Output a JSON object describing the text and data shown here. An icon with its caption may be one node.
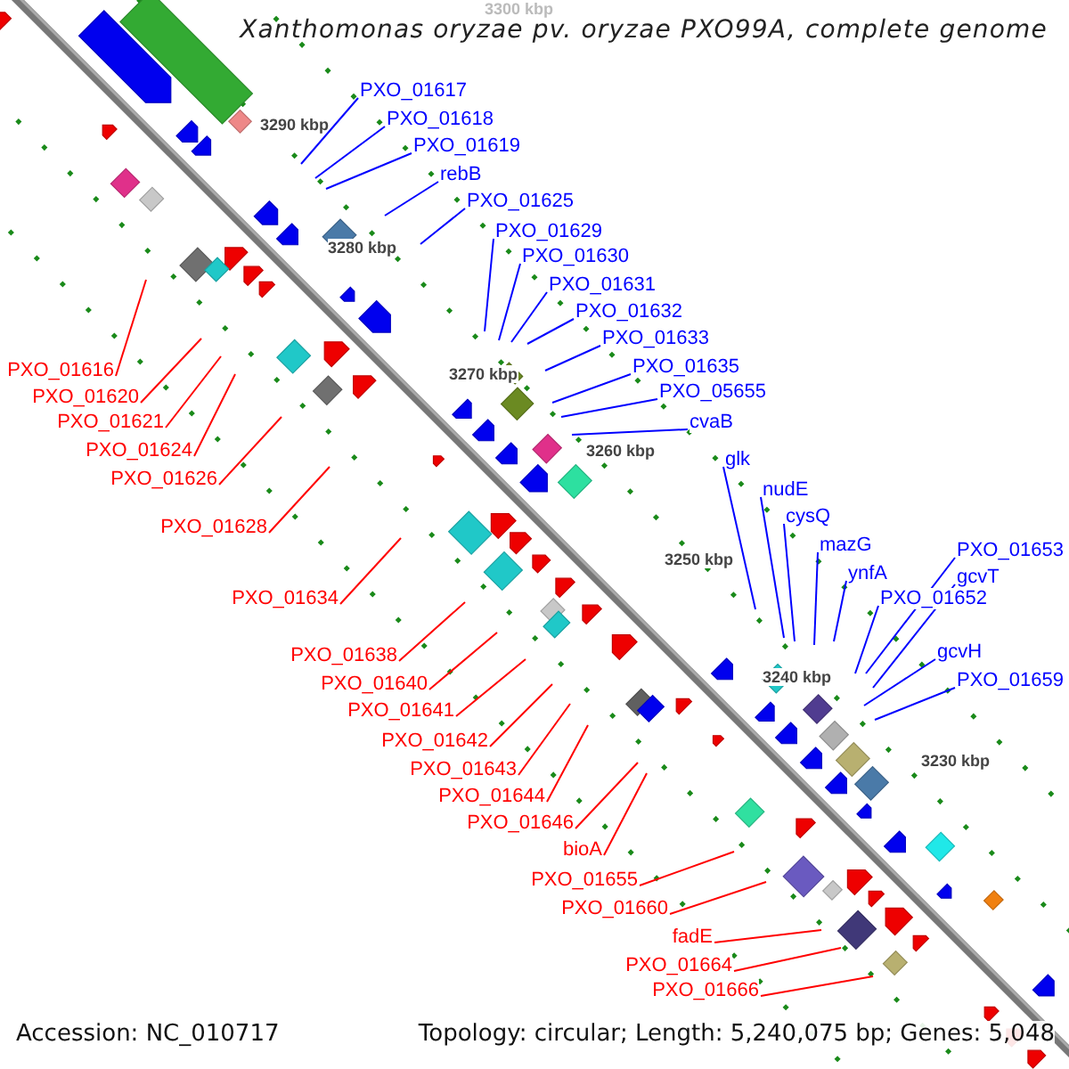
{
  "diagram": {
    "title": "Xanthomonas oryzae pv. oryzae PXO99A, complete genome",
    "nodes": [
      {
        "text": [
          "PXO_01617"
        ]
      },
      {
        "text": [
          "PXO_01618"
        ]
      },
      {
        "text": [
          "PXO_01619"
        ]
      },
      {
        "text": [
          "rebB"
        ]
      },
      {
        "text": [
          "PXO_01625"
        ]
      },
      {
        "text": [
          "PXO_01629"
        ]
      },
      {
        "text": [
          "PXO_01630"
        ]
      },
      {
        "text": [
          "PXO_01631"
        ]
      },
      {
        "text": [
          "PXO_01632"
        ]
      },
      {
        "text": [
          "PXO_01633"
        ]
      },
      {
        "text": [
          "PXO_01635"
        ]
      },
      {
        "text": [
          "PXO_05655"
        ]
      },
      {
        "text": [
          "cvaB"
        ]
      },
      {
        "text": [
          "glk"
        ]
      },
      {
        "text": [
          "nudE"
        ]
      },
      {
        "text": [
          "cysQ"
        ]
      },
      {
        "text": [
          "mazG"
        ]
      },
      {
        "text": [
          "PXO_01653"
        ]
      },
      {
        "text": [
          "ynfA"
        ]
      },
      {
        "text": [
          "gcvT"
        ]
      },
      {
        "text": [
          "PXO_01652"
        ]
      },
      {
        "text": [
          "gcvH"
        ]
      },
      {
        "text": [
          "PXO_01659"
        ]
      },
      {
        "text": [
          "PXO_01616"
        ]
      },
      {
        "text": [
          "PXO_01620"
        ]
      },
      {
        "text": [
          "PXO_01621"
        ]
      },
      {
        "text": [
          "PXO_01624"
        ]
      },
      {
        "text": [
          "PXO_01626"
        ]
      },
      {
        "text": [
          "PXO_01628"
        ]
      },
      {
        "text": [
          "PXO_01634"
        ]
      },
      {
        "text": [
          "PXO_01638"
        ]
      },
      {
        "text": [
          "PXO_01640"
        ]
      },
      {
        "text": [
          "PXO_01641"
        ]
      },
      {
        "text": [
          "PXO_01642"
        ]
      },
      {
        "text": [
          "PXO_01643"
        ]
      },
      {
        "text": [
          "PXO_01644"
        ]
      },
      {
        "text": [
          "PXO_01646"
        ]
      },
      {
        "text": [
          "bioA"
        ]
      },
      {
        "text": [
          "PXO_01655"
        ]
      },
      {
        "text": [
          "PXO_01660"
        ]
      },
      {
        "text": [
          "fadE"
        ]
      },
      {
        "text": [
          "PXO_01664"
        ]
      },
      {
        "text": [
          "PXO_01666"
        ]
      }
    ],
    "edges": [
      {
        "from": 0,
        "to": null,
        "arrow": "none"
      },
      {
        "from": 1,
        "to": null,
        "arrow": "none"
      },
      {
        "from": 2,
        "to": null,
        "arrow": "none"
      },
      {
        "from": 3,
        "to": null,
        "arrow": "none"
      },
      {
        "from": 4,
        "to": null,
        "arrow": "none"
      },
      {
        "from": 5,
        "to": null,
        "arrow": "none"
      },
      {
        "from": 6,
        "to": null,
        "arrow": "none"
      },
      {
        "from": 7,
        "to": null,
        "arrow": "none"
      },
      {
        "from": 8,
        "to": null,
        "arrow": "none"
      },
      {
        "from": 9,
        "to": null,
        "arrow": "none"
      },
      {
        "from": 10,
        "to": null,
        "arrow": "none"
      },
      {
        "from": 11,
        "to": null,
        "arrow": "none"
      },
      {
        "from": 12,
        "to": null,
        "arrow": "none"
      },
      {
        "from": 13,
        "to": null,
        "arrow": "none"
      },
      {
        "from": 14,
        "to": null,
        "arrow": "none"
      },
      {
        "from": 15,
        "to": null,
        "arrow": "none"
      },
      {
        "from": 16,
        "to": null,
        "arrow": "none"
      },
      {
        "from": 17,
        "to": null,
        "arrow": "none"
      },
      {
        "from": 18,
        "to": null,
        "arrow": "none"
      },
      {
        "from": 19,
        "to": null,
        "arrow": "none"
      },
      {
        "from": 20,
        "to": null,
        "arrow": "none"
      },
      {
        "from": 21,
        "to": null,
        "arrow": "none"
      },
      {
        "from": 22,
        "to": null,
        "arrow": "none"
      },
      {
        "from": 23,
        "to": null,
        "arrow": "none",
        "color": "#ff0000"
      },
      {
        "from": 24,
        "to": null,
        "arrow": "none",
        "color": "#ff0000"
      },
      {
        "from": 25,
        "to": null,
        "arrow": "none",
        "color": "#ff0000"
      },
      {
        "from": 26,
        "to": null,
        "arrow": "none",
        "color": "#ff0000"
      },
      {
        "from": 27,
        "to": null,
        "arrow": "none",
        "color": "#ff0000"
      },
      {
        "from": 28,
        "to": null,
        "arrow": "none",
        "color": "#ff0000"
      },
      {
        "from": 29,
        "to": null,
        "arrow": "none",
        "color": "#ff0000"
      },
      {
        "from": 30,
        "to": null,
        "arrow": "none",
        "color": "#ff0000"
      },
      {
        "from": 31,
        "to": null,
        "arrow": "none",
        "color": "#ff0000"
      },
      {
        "from": 32,
        "to": null,
        "arrow": "none",
        "color": "#ff0000"
      },
      {
        "from": 33,
        "to": null,
        "arrow": "none",
        "color": "#ff0000"
      },
      {
        "from": 34,
        "to": null,
        "arrow": "none",
        "color": "#ff0000"
      },
      {
        "from": 35,
        "to": null,
        "arrow": "none",
        "color": "#ff0000"
      },
      {
        "from": 36,
        "to": null,
        "arrow": "none",
        "color": "#ff0000"
      },
      {
        "from": 37,
        "to": null,
        "arrow": "none",
        "color": "#ff0000"
      },
      {
        "from": 38,
        "to": null,
        "arrow": "none",
        "color": "#ff0000"
      },
      {
        "from": 39,
        "to": null,
        "arrow": "none",
        "color": "#ff0000"
      },
      {
        "from": 40,
        "to": null,
        "arrow": "none",
        "color": "#ff0000"
      },
      {
        "from": 41,
        "to": null,
        "arrow": "none",
        "color": "#ff0000"
      },
      {
        "from": 42,
        "to": null,
        "arrow": "none",
        "color": "#ff0000"
      }
    ],
    "labels": [
      "3300 kbp",
      "3290 kbp",
      "3280 kbp",
      "3270 kbp",
      "3260 kbp",
      "3250 kbp",
      "3240 kbp",
      "3230 kbp",
      "Accession: NC_010717",
      "Topology: circular; Length: 5,240,075 bp; Genes: 5,048"
    ]
  }
}
